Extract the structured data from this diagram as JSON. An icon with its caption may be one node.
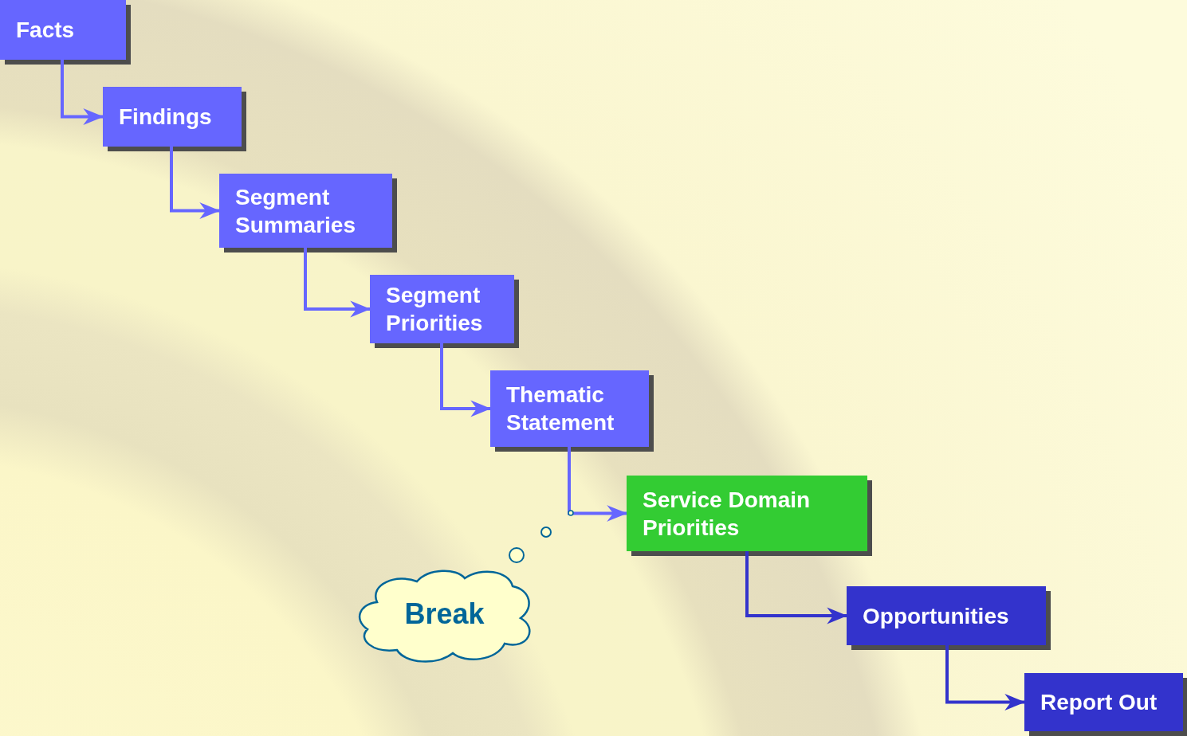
{
  "diagram": {
    "nodes": [
      {
        "text": [
          "Facts"
        ]
      },
      {
        "text": [
          "Findings"
        ]
      },
      {
        "text": [
          "Segment Summaries"
        ]
      },
      {
        "text": [
          "Segment Priorities"
        ]
      },
      {
        "text": [
          "Thematic Statement"
        ]
      },
      {
        "text": [
          "Service Domain Priorities"
        ]
      },
      {
        "text": [
          "Opportunities"
        ]
      },
      {
        "text": [
          "Report Out"
        ]
      },
      {
        "text": [
          "Break"
        ]
      }
    ],
    "edges": [
      {
        "from": 0,
        "to": 1,
        "arrow": "to"
      },
      {
        "from": 1,
        "to": 2,
        "arrow": "to"
      },
      {
        "from": 2,
        "to": 3,
        "arrow": "to"
      },
      {
        "from": 3,
        "to": 4,
        "arrow": "to"
      },
      {
        "from": 4,
        "to": 5,
        "arrow": "to"
      },
      {
        "from": 5,
        "to": 6,
        "arrow": "to",
        "color": "#3333cc"
      },
      {
        "from": 6,
        "to": 7,
        "arrow": "to",
        "color": "#3333cc"
      }
    ]
  }
}
